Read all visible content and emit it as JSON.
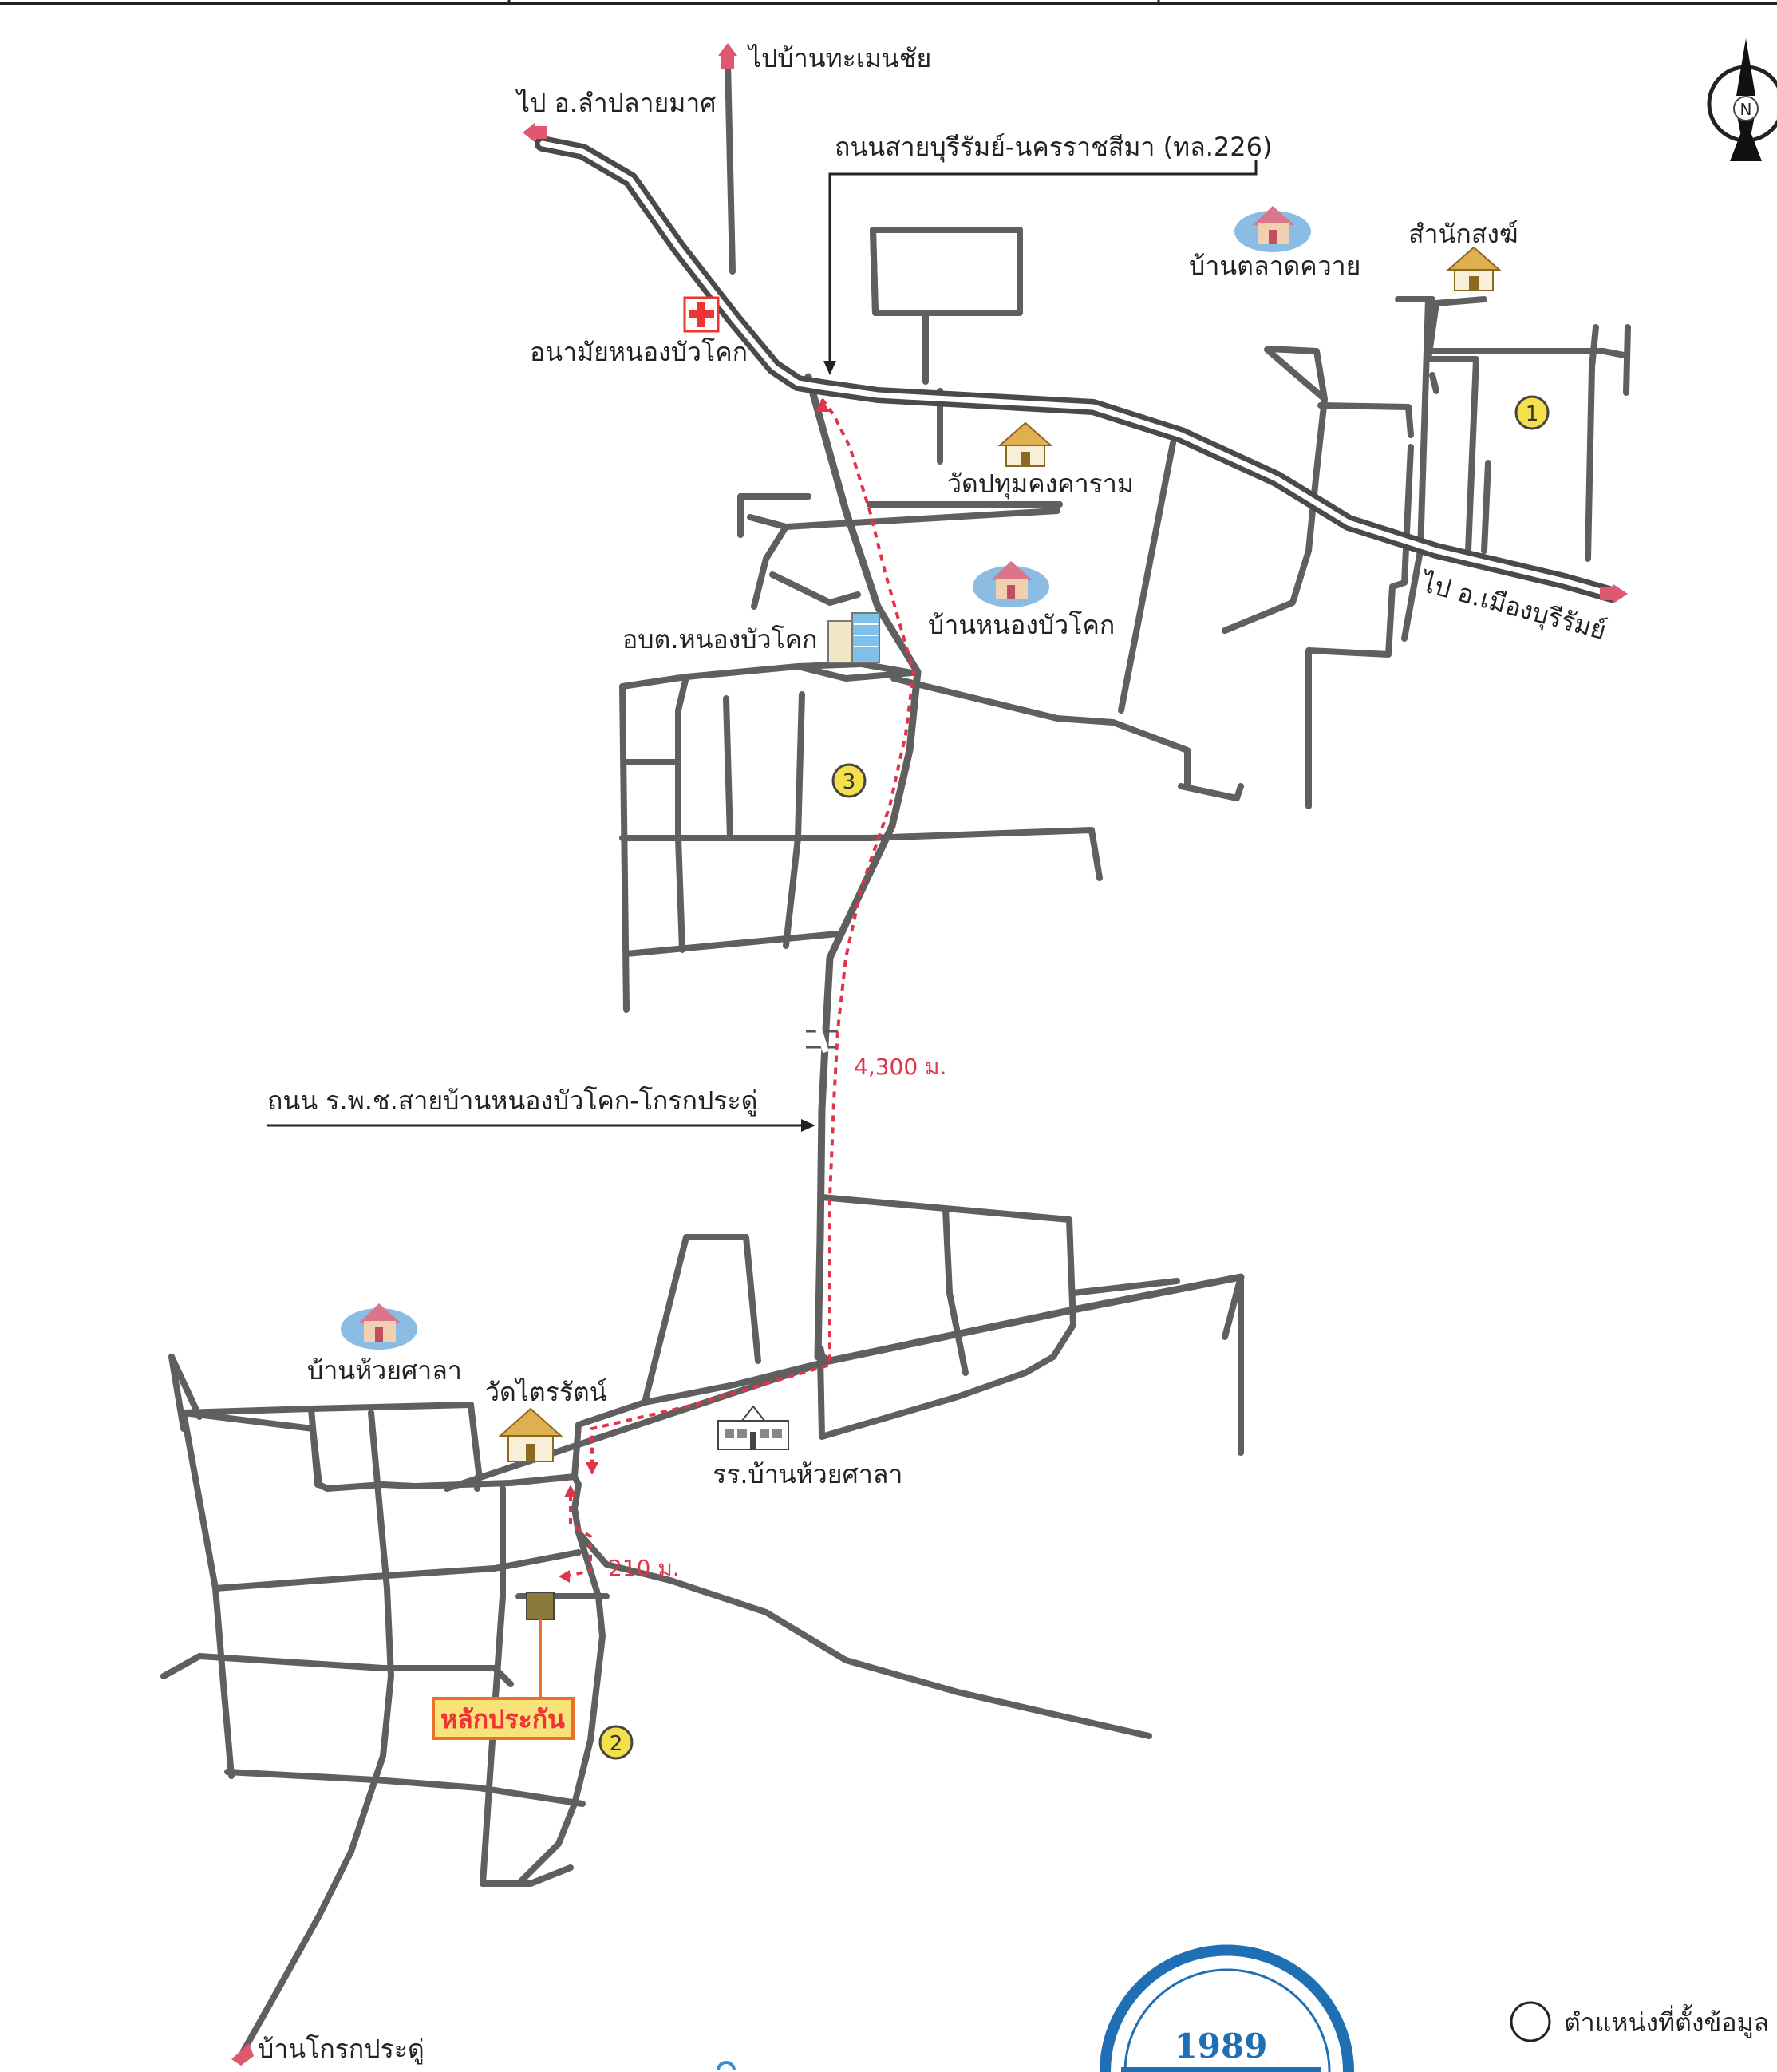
{
  "labels": {
    "to_thamen_chai": "ไปบ้านทะเมนชัย",
    "to_lam_plai_mat": "ไป อ.ลำปลายมาศ",
    "highway_226": "ถนนสายบุรีรัมย์-นครราชสีมา (ทล.226)",
    "ban_talat_khwai": "บ้านตลาดควาย",
    "samnak_song": "สำนักสงฆ์",
    "health_station": "อนามัยหนองบัวโคก",
    "wat_pathum": "วัดปทุมคงคาราม",
    "to_mueang_buriram": "ไป อ.เมืองบุรีรัมย์",
    "ban_nong_bua_khok": "บ้านหนองบัวโคก",
    "obt_nong_bua_khok": "อบต.หนองบัวโคก",
    "distance_4300": "4,300 ม.",
    "rural_road": "ถนน ร.พ.ช.สายบ้านหนองบัวโคก-โกรกประดู่",
    "ban_huai_sala": "บ้านห้วยศาลา",
    "wat_trairat": "วัดไตรรัตน์",
    "school_huai_sala": "รร.บ้านห้วยศาลา",
    "distance_210": "210 ม.",
    "collateral": "หลักประกัน",
    "ban_krok_pradu": "บ้านโกรกประดู่",
    "legend_text": "ตำแหน่งที่ตั้งข้อมูล",
    "compass_n": "N",
    "stamp_year": "1989"
  },
  "markers": [
    "1",
    "2",
    "3"
  ],
  "colors": {
    "road": "#5f5f5f",
    "highway_casing": "#4a4a4a",
    "route": "#e0344a",
    "marker_fill": "#f4e04a",
    "collateral_box": "#f8e27a",
    "collateral_border": "#e8722a",
    "stamp": "#1f6fb5"
  }
}
